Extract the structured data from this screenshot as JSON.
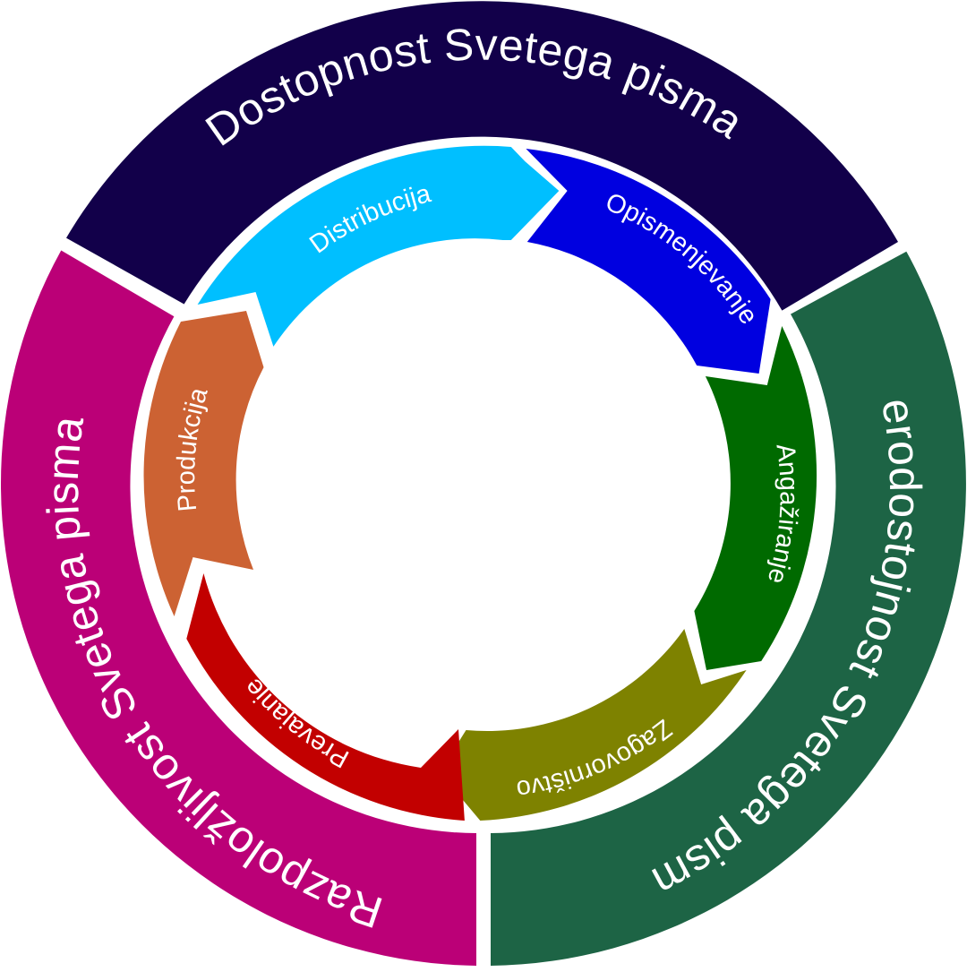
{
  "outer_ring": [
    {
      "id": "dostopnost",
      "label": "Dostopnost Svetega pisma",
      "color": "#12004a"
    },
    {
      "id": "verodostojnost",
      "label": "Verodostojnost Svetega pisma",
      "color": "#1d6445"
    },
    {
      "id": "razpoloznost",
      "label": "Razpoložljivost Svetega pisma",
      "color": "#bb0077"
    }
  ],
  "inner_cycle": [
    {
      "id": "distribucija",
      "label": "Distribucija",
      "color": "#00bfff"
    },
    {
      "id": "opismenjevanje",
      "label": "Opismenjevanje",
      "color": "#0000e0"
    },
    {
      "id": "angaziranje",
      "label": "Angažiranje",
      "color": "#006a00"
    },
    {
      "id": "zagovornistvo",
      "label": "Zagovorništvo",
      "color": "#7e8200"
    },
    {
      "id": "prevajanje",
      "label": "Prevajanje",
      "color": "#c20000"
    },
    {
      "id": "produkcija",
      "label": "Produkcija",
      "color": "#cc6233"
    }
  ]
}
